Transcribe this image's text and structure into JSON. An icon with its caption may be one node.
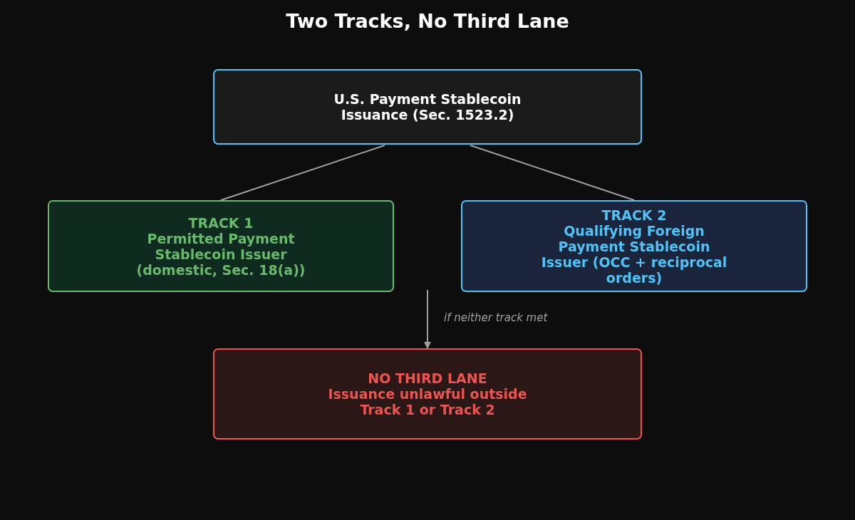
{
  "diagram": {
    "title": "Two Tracks, No Third Lane",
    "nodes": [
      {
        "text": [
          "U.S. Payment Stablecoin Issuance (Sec. 1523.2)"
        ]
      },
      {
        "text": [
          "TRACK 1",
          "Permitted Payment Stablecoin Issuer (domestic, Sec. 18(a))"
        ]
      },
      {
        "text": [
          "TRACK 2",
          "Qualifying Foreign Payment Stablecoin Issuer (OCC + reciprocal orders)"
        ]
      },
      {
        "text": [
          "NO THIRD LANE",
          "Issuance unlawful outside Track 1 or Track 2"
        ]
      }
    ],
    "edges": [
      {
        "from": 0,
        "to": 1,
        "arrow": "none"
      },
      {
        "from": 0,
        "to": 2,
        "arrow": "none"
      },
      {
        "from": null,
        "to": 3,
        "arrow": "to",
        "label": "if neither track met"
      }
    ]
  }
}
